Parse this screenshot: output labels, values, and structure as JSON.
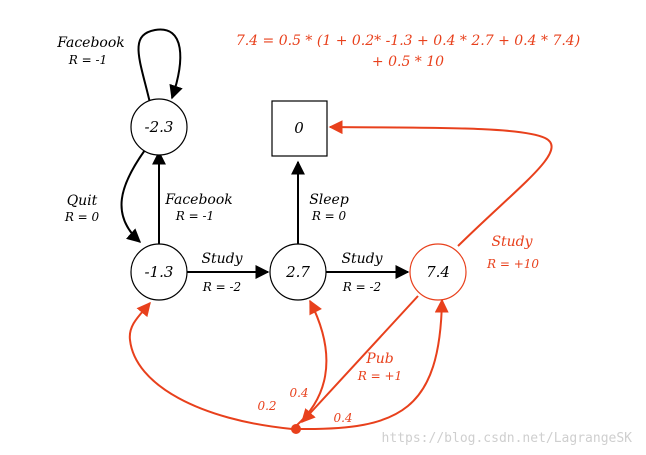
{
  "equation": {
    "line1": "7.4 = 0.5 * (1 + 0.2* -1.3 + 0.4 * 2.7 + 0.4 * 7.4)",
    "line2": "+ 0.5 * 10"
  },
  "nodes": {
    "top_circle": "-2.3",
    "terminal_square": "0",
    "left_circle": "-1.3",
    "middle_circle": "2.7",
    "right_circle": "7.4"
  },
  "edges": {
    "facebook_loop": {
      "action": "Facebook",
      "reward": "R = -1"
    },
    "quit": {
      "action": "Quit",
      "reward": "R = 0"
    },
    "facebook_up": {
      "action": "Facebook",
      "reward": "R = -1"
    },
    "sleep": {
      "action": "Sleep",
      "reward": "R = 0"
    },
    "study_1": {
      "action": "Study",
      "reward": "R = -2"
    },
    "study_2": {
      "action": "Study",
      "reward": "R = -2"
    },
    "study_3": {
      "action": "Study",
      "reward": "R = +10"
    },
    "pub": {
      "action": "Pub",
      "reward": "R = +1"
    }
  },
  "probabilities": {
    "to_left": "0.2",
    "to_middle": "0.4",
    "to_right": "0.4"
  },
  "watermark": "https://blog.csdn.net/LagrangeSK",
  "colors": {
    "highlight": "#e8401c",
    "ink": "#000000",
    "watermark": "#cfcfcf"
  }
}
